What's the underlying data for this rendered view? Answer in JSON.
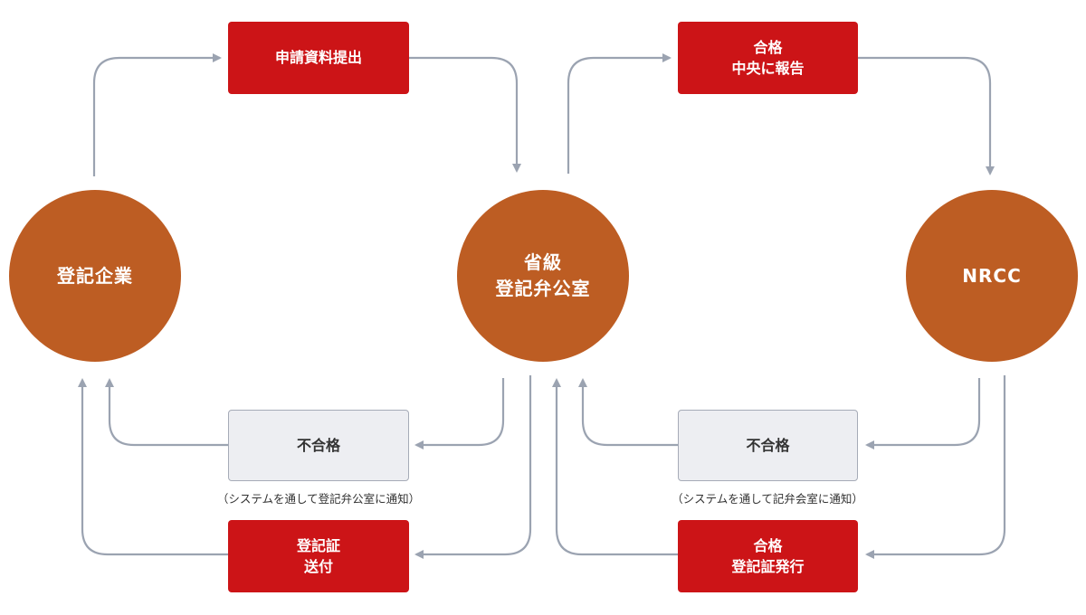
{
  "nodes": {
    "company": "登記企業",
    "provincial_office": "省級\n登記弁公室",
    "nrcc": "NRCC"
  },
  "boxes": {
    "submit_documents": "申請資料提出",
    "pass_report_central": "合格\n中央に報告",
    "fail_left": "不合格",
    "fail_right": "不合格",
    "certificate_send": "登記証\n送付",
    "pass_issue_certificate": "合格\n登記証発行"
  },
  "notes": {
    "left": "（システムを通して登記弁公室に通知）",
    "right": "（システムを通して記弁会室に通知）"
  },
  "colors": {
    "circle": "#bd5d23",
    "red_box": "#cc1417",
    "grey_box": "#edeef2",
    "arrow": "#9ba3b1"
  }
}
